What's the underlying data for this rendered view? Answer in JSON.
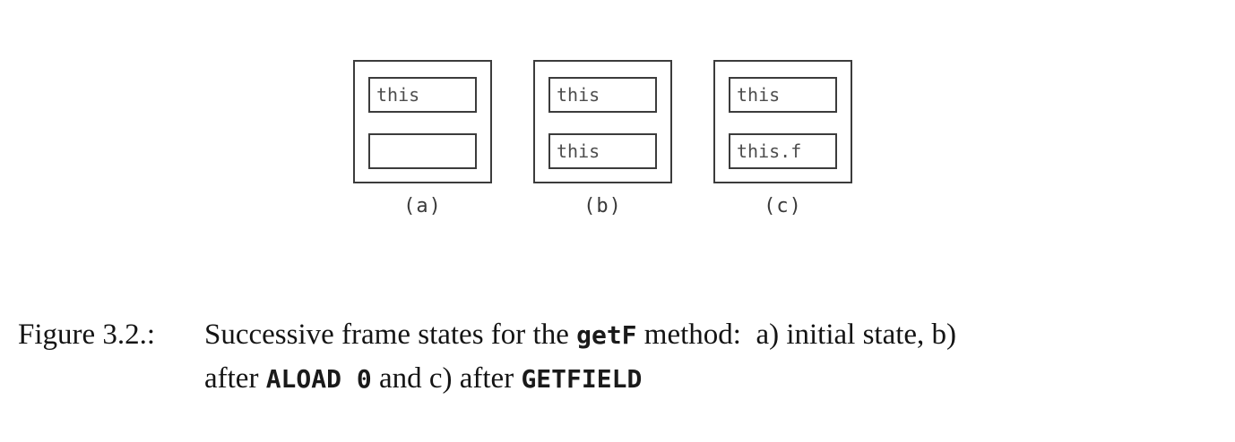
{
  "figure": {
    "frames": [
      {
        "label": "(a)",
        "slots": [
          "this",
          ""
        ]
      },
      {
        "label": "(b)",
        "slots": [
          "this",
          "this"
        ]
      },
      {
        "label": "(c)",
        "slots": [
          "this",
          "this.f"
        ]
      }
    ]
  },
  "caption": {
    "label": "Figure 3.2.:",
    "line1": {
      "t1": "Successive frame states for the ",
      "c1": "getF",
      "t2": " method:  a) initial state, b)"
    },
    "line2": {
      "t1": "after ",
      "c1": "ALOAD 0",
      "t2": " and c) after ",
      "c2": "GETFIELD"
    }
  },
  "colors": {
    "background": "#ffffff",
    "frame_border": "#3c3c3c",
    "slot_text": "#4d4d4d",
    "caption_text": "#141414"
  }
}
